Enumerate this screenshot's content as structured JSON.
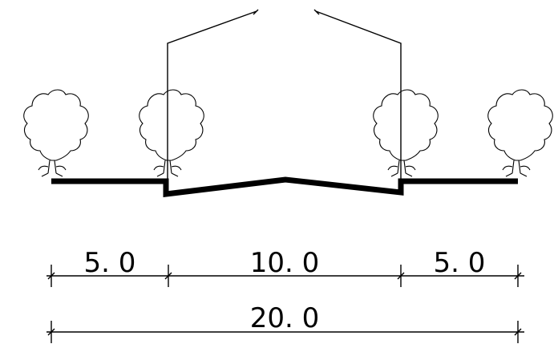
{
  "dimensions": {
    "left_sidewalk": "5. 0",
    "carriageway": "10. 0",
    "right_sidewalk": "5. 0",
    "total_width": "20. 0"
  },
  "colors": {
    "line": "#000000",
    "background": "#ffffff"
  }
}
